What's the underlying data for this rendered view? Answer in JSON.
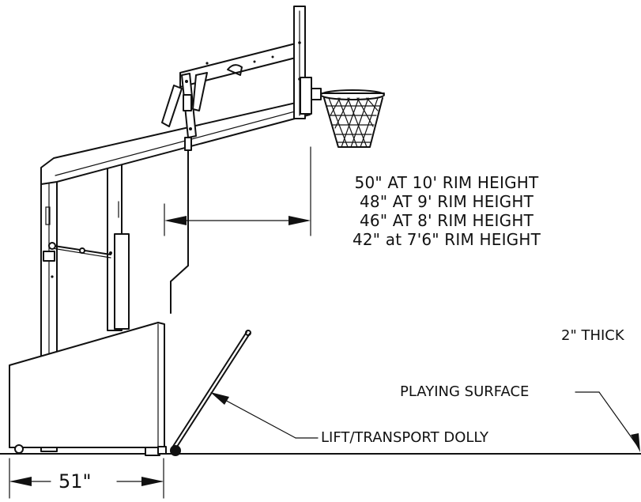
{
  "overhang_specs": [
    "50\" AT 10' RIM HEIGHT",
    "48\" AT 9' RIM HEIGHT",
    "46\" AT 8' RIM HEIGHT",
    "42\" at 7'6\" RIM HEIGHT"
  ],
  "labels": {
    "padding_thickness": "2\" THICK",
    "playing_surface": "PLAYING SURFACE",
    "dolly": "LIFT/TRANSPORT DOLLY",
    "base_width": "51\""
  }
}
